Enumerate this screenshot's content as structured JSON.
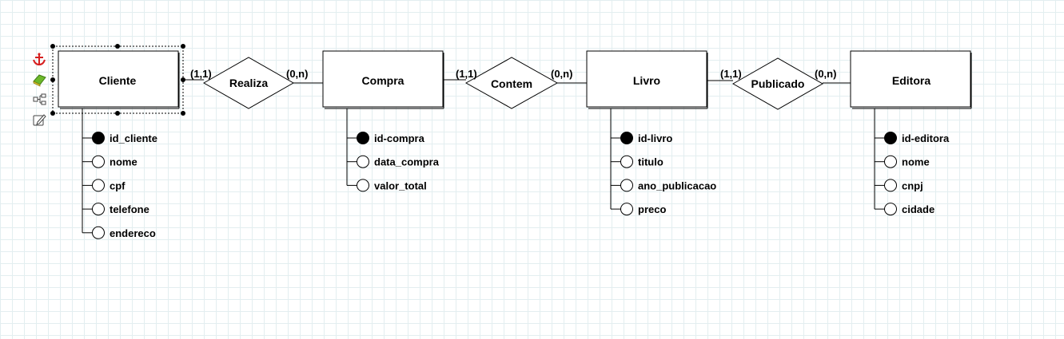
{
  "entities": [
    {
      "name": "Cliente",
      "attributes": [
        {
          "name": "id_cliente",
          "key": true
        },
        {
          "name": "nome",
          "key": false
        },
        {
          "name": "cpf",
          "key": false
        },
        {
          "name": "telefone",
          "key": false
        },
        {
          "name": "endereco",
          "key": false
        }
      ]
    },
    {
      "name": "Compra",
      "attributes": [
        {
          "name": "id-compra",
          "key": true
        },
        {
          "name": "data_compra",
          "key": false
        },
        {
          "name": "valor_total",
          "key": false
        }
      ]
    },
    {
      "name": "Livro",
      "attributes": [
        {
          "name": "id-livro",
          "key": true
        },
        {
          "name": "titulo",
          "key": false
        },
        {
          "name": "ano_publicacao",
          "key": false
        },
        {
          "name": "preco",
          "key": false
        }
      ]
    },
    {
      "name": "Editora",
      "attributes": [
        {
          "name": "id-editora",
          "key": true
        },
        {
          "name": "nome",
          "key": false
        },
        {
          "name": "cnpj",
          "key": false
        },
        {
          "name": "cidade",
          "key": false
        }
      ]
    }
  ],
  "relationships": [
    {
      "name": "Realiza",
      "card_left": "(1,1)",
      "card_right": "(0,n)"
    },
    {
      "name": "Contem",
      "card_left": "(1,1)",
      "card_right": "(0,n)"
    },
    {
      "name": "Publicado",
      "card_left": "(1,1)",
      "card_right": "(0,n)"
    }
  ],
  "toolbar_icons": [
    "anchor-icon",
    "eraser-icon",
    "hierarchy-icon",
    "edit-icon"
  ],
  "colors": {
    "anchor": "#d62020",
    "eraser": "#6cb82a",
    "grid": "#e3eef0"
  }
}
